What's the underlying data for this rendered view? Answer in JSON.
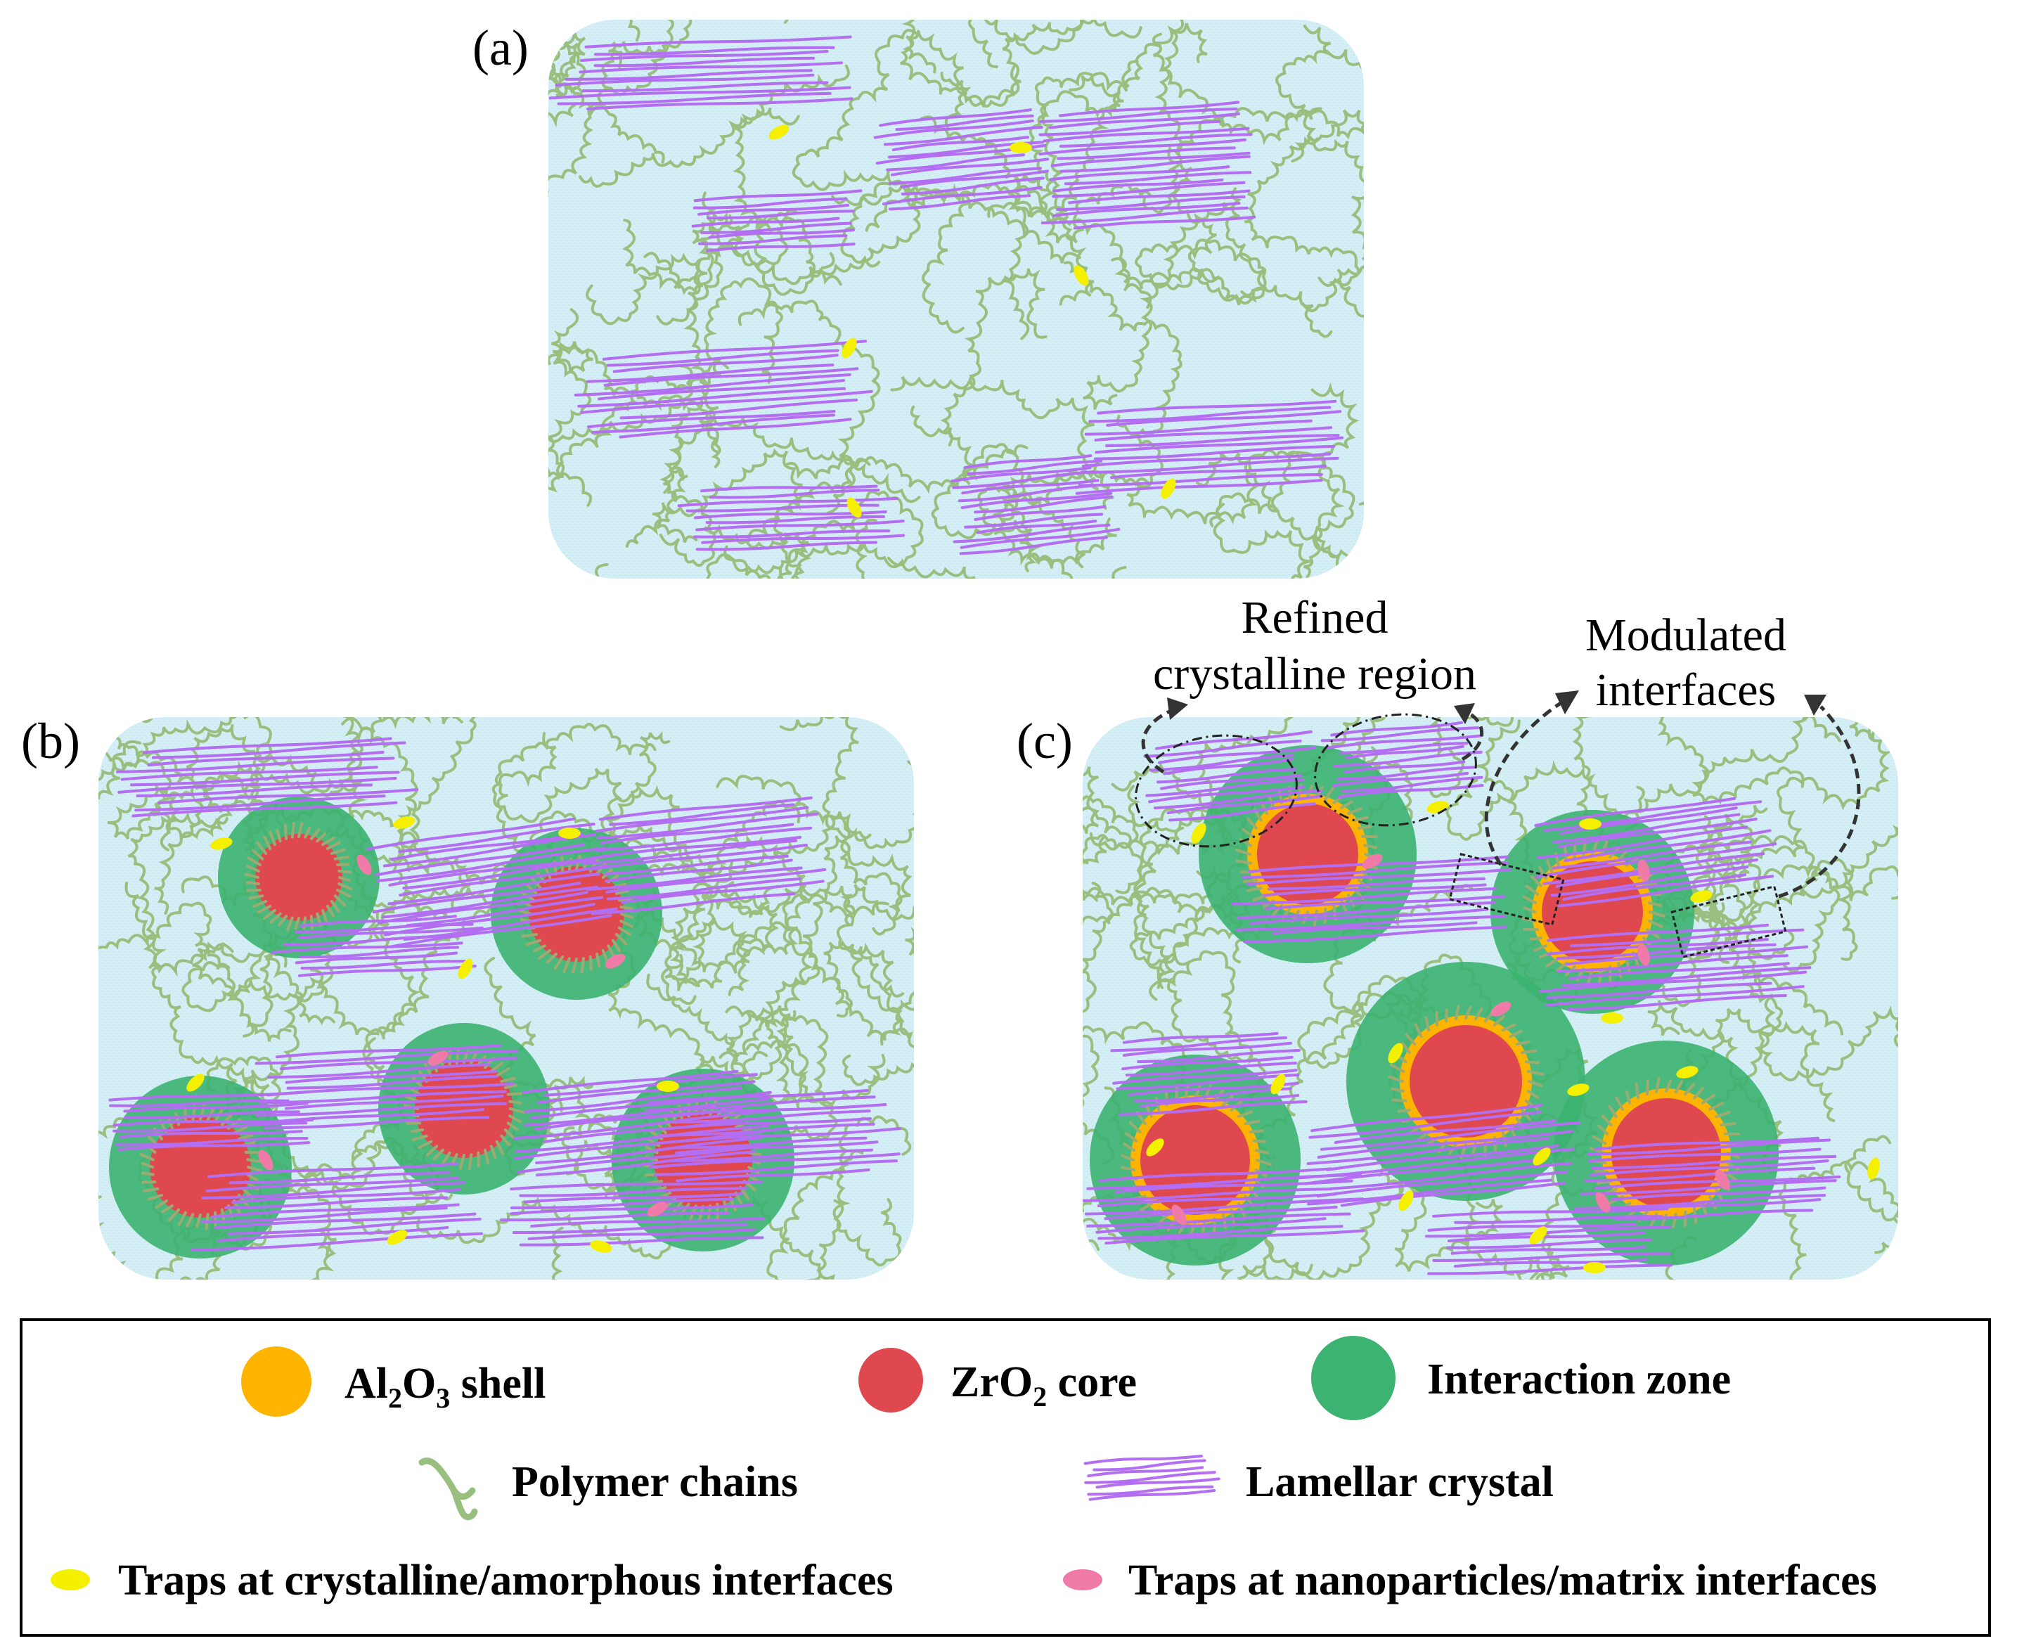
{
  "panels": {
    "a": {
      "label": "(a)"
    },
    "b": {
      "label": "(b)"
    },
    "c": {
      "label": "(c)"
    }
  },
  "annotations": {
    "refined_line1": "Refined",
    "refined_line2": "crystalline region",
    "modulated_line1": "Modulated",
    "modulated_line2": "interfaces"
  },
  "legend": {
    "shell_prefix": "Al",
    "shell_sub1": "2",
    "shell_mid": "O",
    "shell_sub2": "3",
    "shell_suffix": " shell",
    "core_prefix": "ZrO",
    "core_sub": "2",
    "core_suffix": " core",
    "interaction_zone": "Interaction zone",
    "polymer_chains": "Polymer chains",
    "lamellar_crystal": "Lamellar crystal",
    "traps_crystalline": "Traps at crystalline/amorphous interfaces",
    "traps_nanoparticle": "Traps at nanoparticles/matrix interfaces"
  },
  "colors": {
    "matrix": "#d4eef6",
    "polymer": "#98bf7e",
    "lamellar": "#b36ef2",
    "interaction_zone": "#3cb371",
    "core": "#e04850",
    "shell": "#ffb400",
    "trap_crystalline": "#f5f000",
    "trap_nanoparticle": "#f07aa8"
  },
  "icons": {
    "shell": "orange-circle-icon",
    "core": "red-circle-icon",
    "zone": "green-circle-icon",
    "polymer": "polymer-chain-icon",
    "lamellar": "lamellar-crystal-icon",
    "trap_yellow": "yellow-ellipse-icon",
    "trap_pink": "pink-ellipse-icon"
  }
}
